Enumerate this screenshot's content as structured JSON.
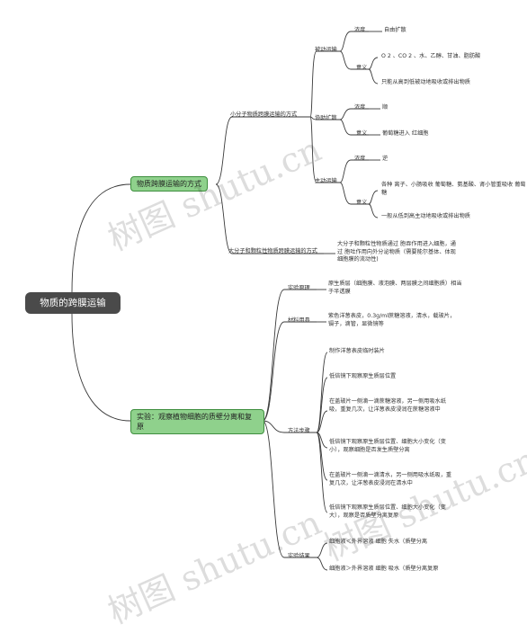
{
  "root": "物质的跨膜运输",
  "branch1": {
    "label": "物质跨膜运输的方式",
    "small": {
      "label": "小分子物质跨膜运输的方式",
      "passive": {
        "label": "被动运输",
        "concentration": "浓度",
        "concentration_value": "自由扩散",
        "meaning": "意义",
        "examples": "O 2 、CO 2 、水、乙醇、甘油、脂肪酸",
        "note": "只能从高到低被动地吸收或排出物质"
      },
      "facilitated": {
        "label": "协助扩散",
        "concentration": "浓度",
        "concentration_value": "顺",
        "meaning": "意义",
        "meaning_value": "葡萄糖进入 红细胞"
      },
      "active": {
        "label": "主动运输",
        "concentration": "浓度",
        "concentration_value": "逆",
        "meaning": "意义",
        "examples": "各种 离子、小肠吸收 葡萄糖、氨基酸、肾小管重吸收 葡萄糖",
        "note": "一般从低到高主动地吸收或排出物质"
      }
    },
    "large": {
      "label": "大分子和颗粒性物质跨膜运输的方式",
      "desc": "大分子和颗粒性物质通过 胞吞作用进入细胞，通过 胞吐作用向外分泌物质（需要能尔基体、体现细胞膜的流动性)"
    }
  },
  "branch2": {
    "label": "实验：观察植物细胞的质壁分离和复原",
    "principle": {
      "label": "实验原理",
      "value": "原生质层（细胞膜、液泡膜、两层膜之间细胞质）相当于半透膜"
    },
    "materials": {
      "label": "材料用具",
      "value": "紫色洋葱表皮，0.3g/ml蔗糖溶液，清水，载玻片，镊子，滴管，显微镜等"
    },
    "steps": {
      "label": "方法步骤",
      "items": [
        "制作洋葱表皮临时装片",
        "低倍镜下观察原生质层位置",
        "在盖玻片一侧滴一滴蔗糖溶液，另一侧用吸水纸吸，重复几次，让洋葱表皮浸润在蔗糖溶液中",
        "低倍镜下观察原生质层位置、细胞大小变化（变小），观察细胞是否发生质壁分离",
        "在盖玻片一侧滴一滴清水，另一侧用吸水纸吸，重复几次，让洋葱表皮浸润在清水中",
        "低倍镜下观察原生质层位置、细胞大小变化（变大），观察是否质壁分离复原"
      ]
    },
    "results": {
      "label": "实验结果",
      "items": [
        "细胞液＜外界溶液 细胞 失水（质壁分离",
        "细胞液＞外界溶液 细胞 吸水（质壁分离复原"
      ]
    }
  },
  "watermark": "树图 shutu.cn"
}
